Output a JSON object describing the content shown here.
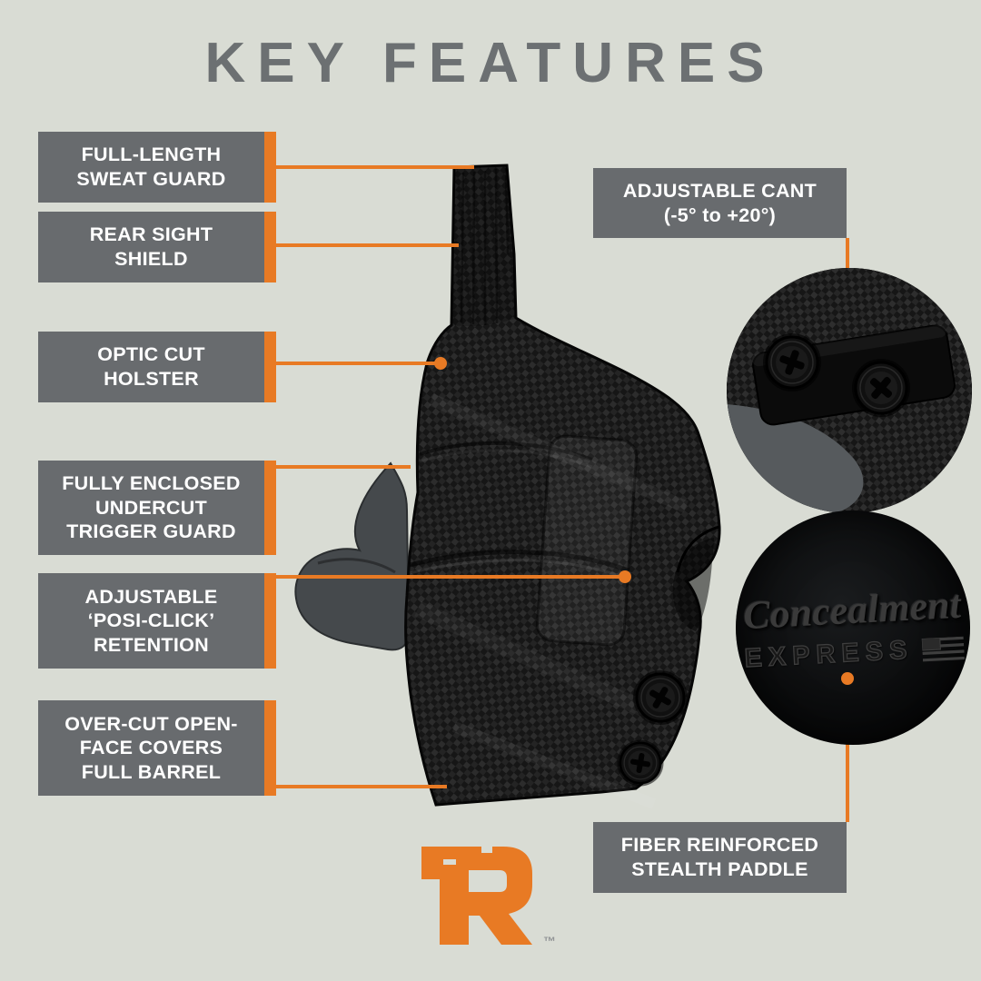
{
  "title": "KEY FEATURES",
  "left_features": [
    "FULL-LENGTH\nSWEAT GUARD",
    "REAR SIGHT\nSHIELD",
    "OPTIC CUT\nHOLSTER",
    "FULLY ENCLOSED\nUNDERCUT\nTRIGGER GUARD",
    "ADJUSTABLE\n‘POSI-CLICK’\nRETENTION",
    "OVER-CUT OPEN-\nFACE COVERS\nFULL BARREL"
  ],
  "right_features": [
    "ADJUSTABLE CANT\n(-5° to +20°)",
    "FIBER REINFORCED\nSTEALTH PADDLE"
  ],
  "inset_logo": {
    "line1": "Concealment",
    "line2": "EXPRESS"
  },
  "brand": {
    "trademark": "™"
  },
  "colors": {
    "background": "#d9dcd4",
    "panel_gray": "#686b6e",
    "accent_orange": "#e87a24",
    "title_gray": "#6c7072"
  }
}
